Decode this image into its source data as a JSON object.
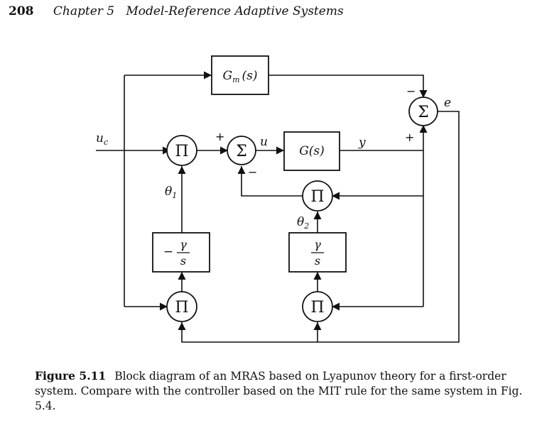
{
  "header": {
    "page_number": "208",
    "chapter": "Chapter 5",
    "chapter_title": "Model-Reference Adaptive Systems"
  },
  "diagram": {
    "blocks": {
      "gm": "G",
      "gm_sub": "m",
      "gm_arg": "(s)",
      "g": "G(s)",
      "gain1_num": "γ",
      "gain1_den": "s",
      "gain1_sign": "−",
      "gain2_num": "γ",
      "gain2_den": "s"
    },
    "operators": {
      "product": "Π",
      "sum": "Σ"
    },
    "signals": {
      "uc": "u",
      "uc_sub": "c",
      "u": "u",
      "y": "y",
      "e": "e",
      "theta1": "θ",
      "theta1_sub": "1",
      "theta2": "θ",
      "theta2_sub": "2"
    },
    "signs": {
      "sum1_plus": "+",
      "sum1_minus": "−",
      "sum2_minus": "−",
      "sum2_plus": "+"
    }
  },
  "caption": {
    "label": "Figure 5.11",
    "text": "Block diagram of an MRAS based on Lyapunov theory for a first-order system. Compare with the controller based on the MIT rule for the same system in Fig. 5.4."
  }
}
